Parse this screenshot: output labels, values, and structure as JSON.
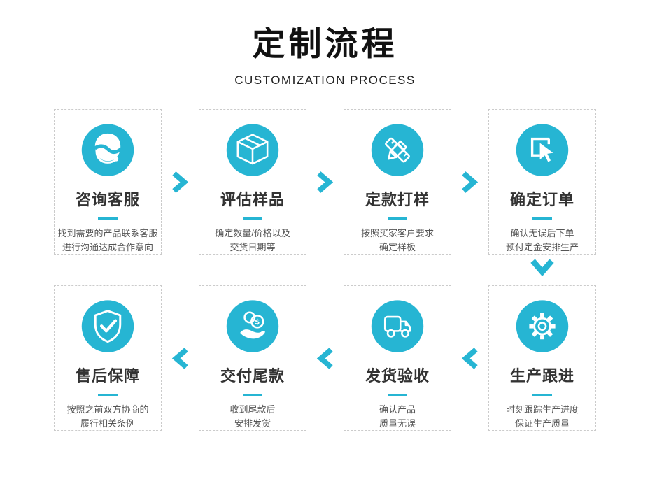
{
  "page": {
    "title": "定制流程",
    "subtitle": "CUSTOMIZATION PROCESS"
  },
  "colors": {
    "accent": "#26b5d3",
    "card_border": "#cbcbcb",
    "heading_text": "#111111",
    "step_title_text": "#333333",
    "description_text": "#555555"
  },
  "flow": {
    "top_row_direction": "left-to-right",
    "bottom_row_direction": "right-to-left",
    "arrow_icons": {
      "right": "chevron-right-icon",
      "left": "chevron-left-icon",
      "down": "chevron-down-icon"
    }
  },
  "steps": [
    {
      "icon": "customer-service-icon",
      "title": "咨询客服",
      "desc_line1": "找到需要的产品联系客服",
      "desc_line2": "进行沟通达成合作意向"
    },
    {
      "icon": "box-icon",
      "title": "评估样品",
      "desc_line1": "确定数量/价格以及",
      "desc_line2": "交货日期等"
    },
    {
      "icon": "pencil-ruler-icon",
      "title": "定款打样",
      "desc_line1": "按照买家客户要求",
      "desc_line2": "确定样板"
    },
    {
      "icon": "cursor-click-icon",
      "title": "确定订单",
      "desc_line1": "确认无误后下单",
      "desc_line2": "预付定金安排生产"
    },
    {
      "icon": "gear-icon",
      "title": "生产跟进",
      "desc_line1": "时刻跟踪生产进度",
      "desc_line2": "保证生产质量"
    },
    {
      "icon": "truck-icon",
      "title": "发货验收",
      "desc_line1": "确认产品",
      "desc_line2": "质量无误"
    },
    {
      "icon": "coins-hand-icon",
      "title": "交付尾款",
      "desc_line1": "收到尾款后",
      "desc_line2": "安排发货"
    },
    {
      "icon": "shield-check-icon",
      "title": "售后保障",
      "desc_line1": "按照之前双方协商的",
      "desc_line2": "履行相关条例"
    }
  ]
}
